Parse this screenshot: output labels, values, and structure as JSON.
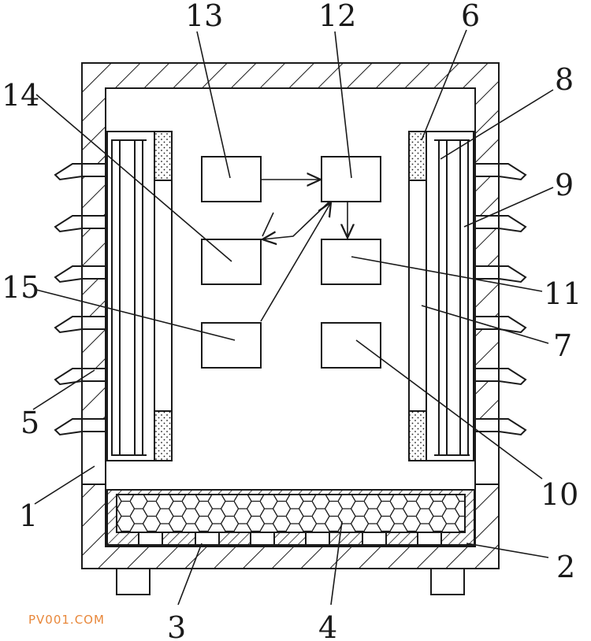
{
  "labels": {
    "l1": "1",
    "l2": "2",
    "l3": "3",
    "l4": "4",
    "l5": "5",
    "l6": "6",
    "l7": "7",
    "l8": "8",
    "l9": "9",
    "l10": "10",
    "l11": "11",
    "l12": "12",
    "l13": "13",
    "l14": "14",
    "l15": "15"
  },
  "watermark": {
    "text": "PV001.COM",
    "color": "#e8873a"
  },
  "colors": {
    "stroke": "#1a1a1a",
    "background": "#ffffff"
  }
}
